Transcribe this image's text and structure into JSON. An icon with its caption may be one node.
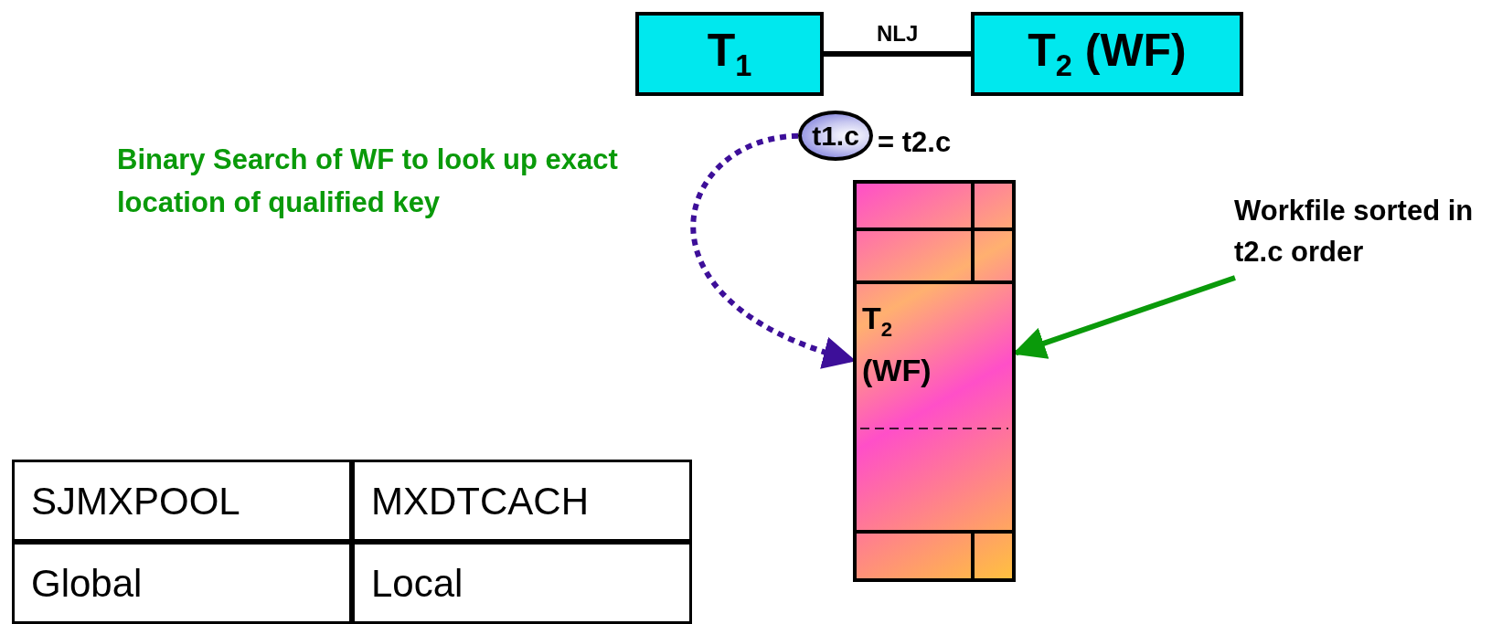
{
  "diagram": {
    "nodes": [
      {
        "text": [
          "T$_{1}$"
        ]
      },
      {
        "text": [
          "T$_{2}$ (WF)"
        ]
      },
      {
        "text": [
          "t1.c"
        ]
      },
      {
        "text": [
          "T$_{2}$ (WF)"
        ]
      },
      {
        "text": [
          "Workfile sorted in t2.c order"
        ]
      }
    ],
    "edges": [
      {
        "from": 0,
        "to": 1,
        "arrow": "none",
        "label": "NLJ"
      },
      {
        "from": 2,
        "to": 3,
        "arrow": "to",
        "style": "dashed",
        "color": "#3d0f99"
      },
      {
        "from": 4,
        "to": 3,
        "arrow": "to",
        "color": "#0a9a0a"
      }
    ],
    "labels": [
      "Binary Search of WF to look up exact location of qualified key",
      "= t2.c",
      "SJMXPOOL",
      "MXDTCACH",
      "Global",
      "Local"
    ]
  }
}
